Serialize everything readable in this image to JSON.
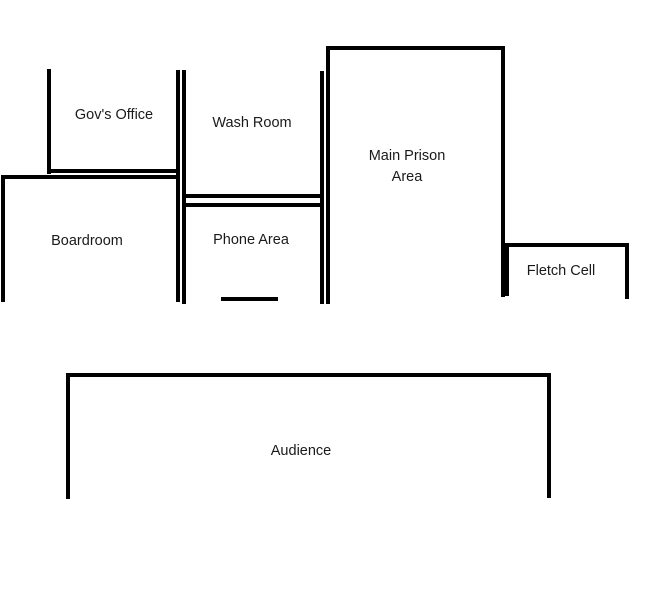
{
  "colors": {
    "background": "#ffffff",
    "walls": "#000000",
    "text": "#1a1a1a"
  },
  "rooms": {
    "govs_office": {
      "label": "Gov's Office"
    },
    "wash_room": {
      "label": "Wash Room"
    },
    "main_prison": {
      "label_line1": "Main Prison",
      "label_line2": "Area"
    },
    "boardroom": {
      "label": "Boardroom"
    },
    "phone_area": {
      "label": "Phone Area"
    },
    "fletch_cell": {
      "label": "Fletch Cell"
    },
    "audience": {
      "label": "Audience"
    }
  }
}
